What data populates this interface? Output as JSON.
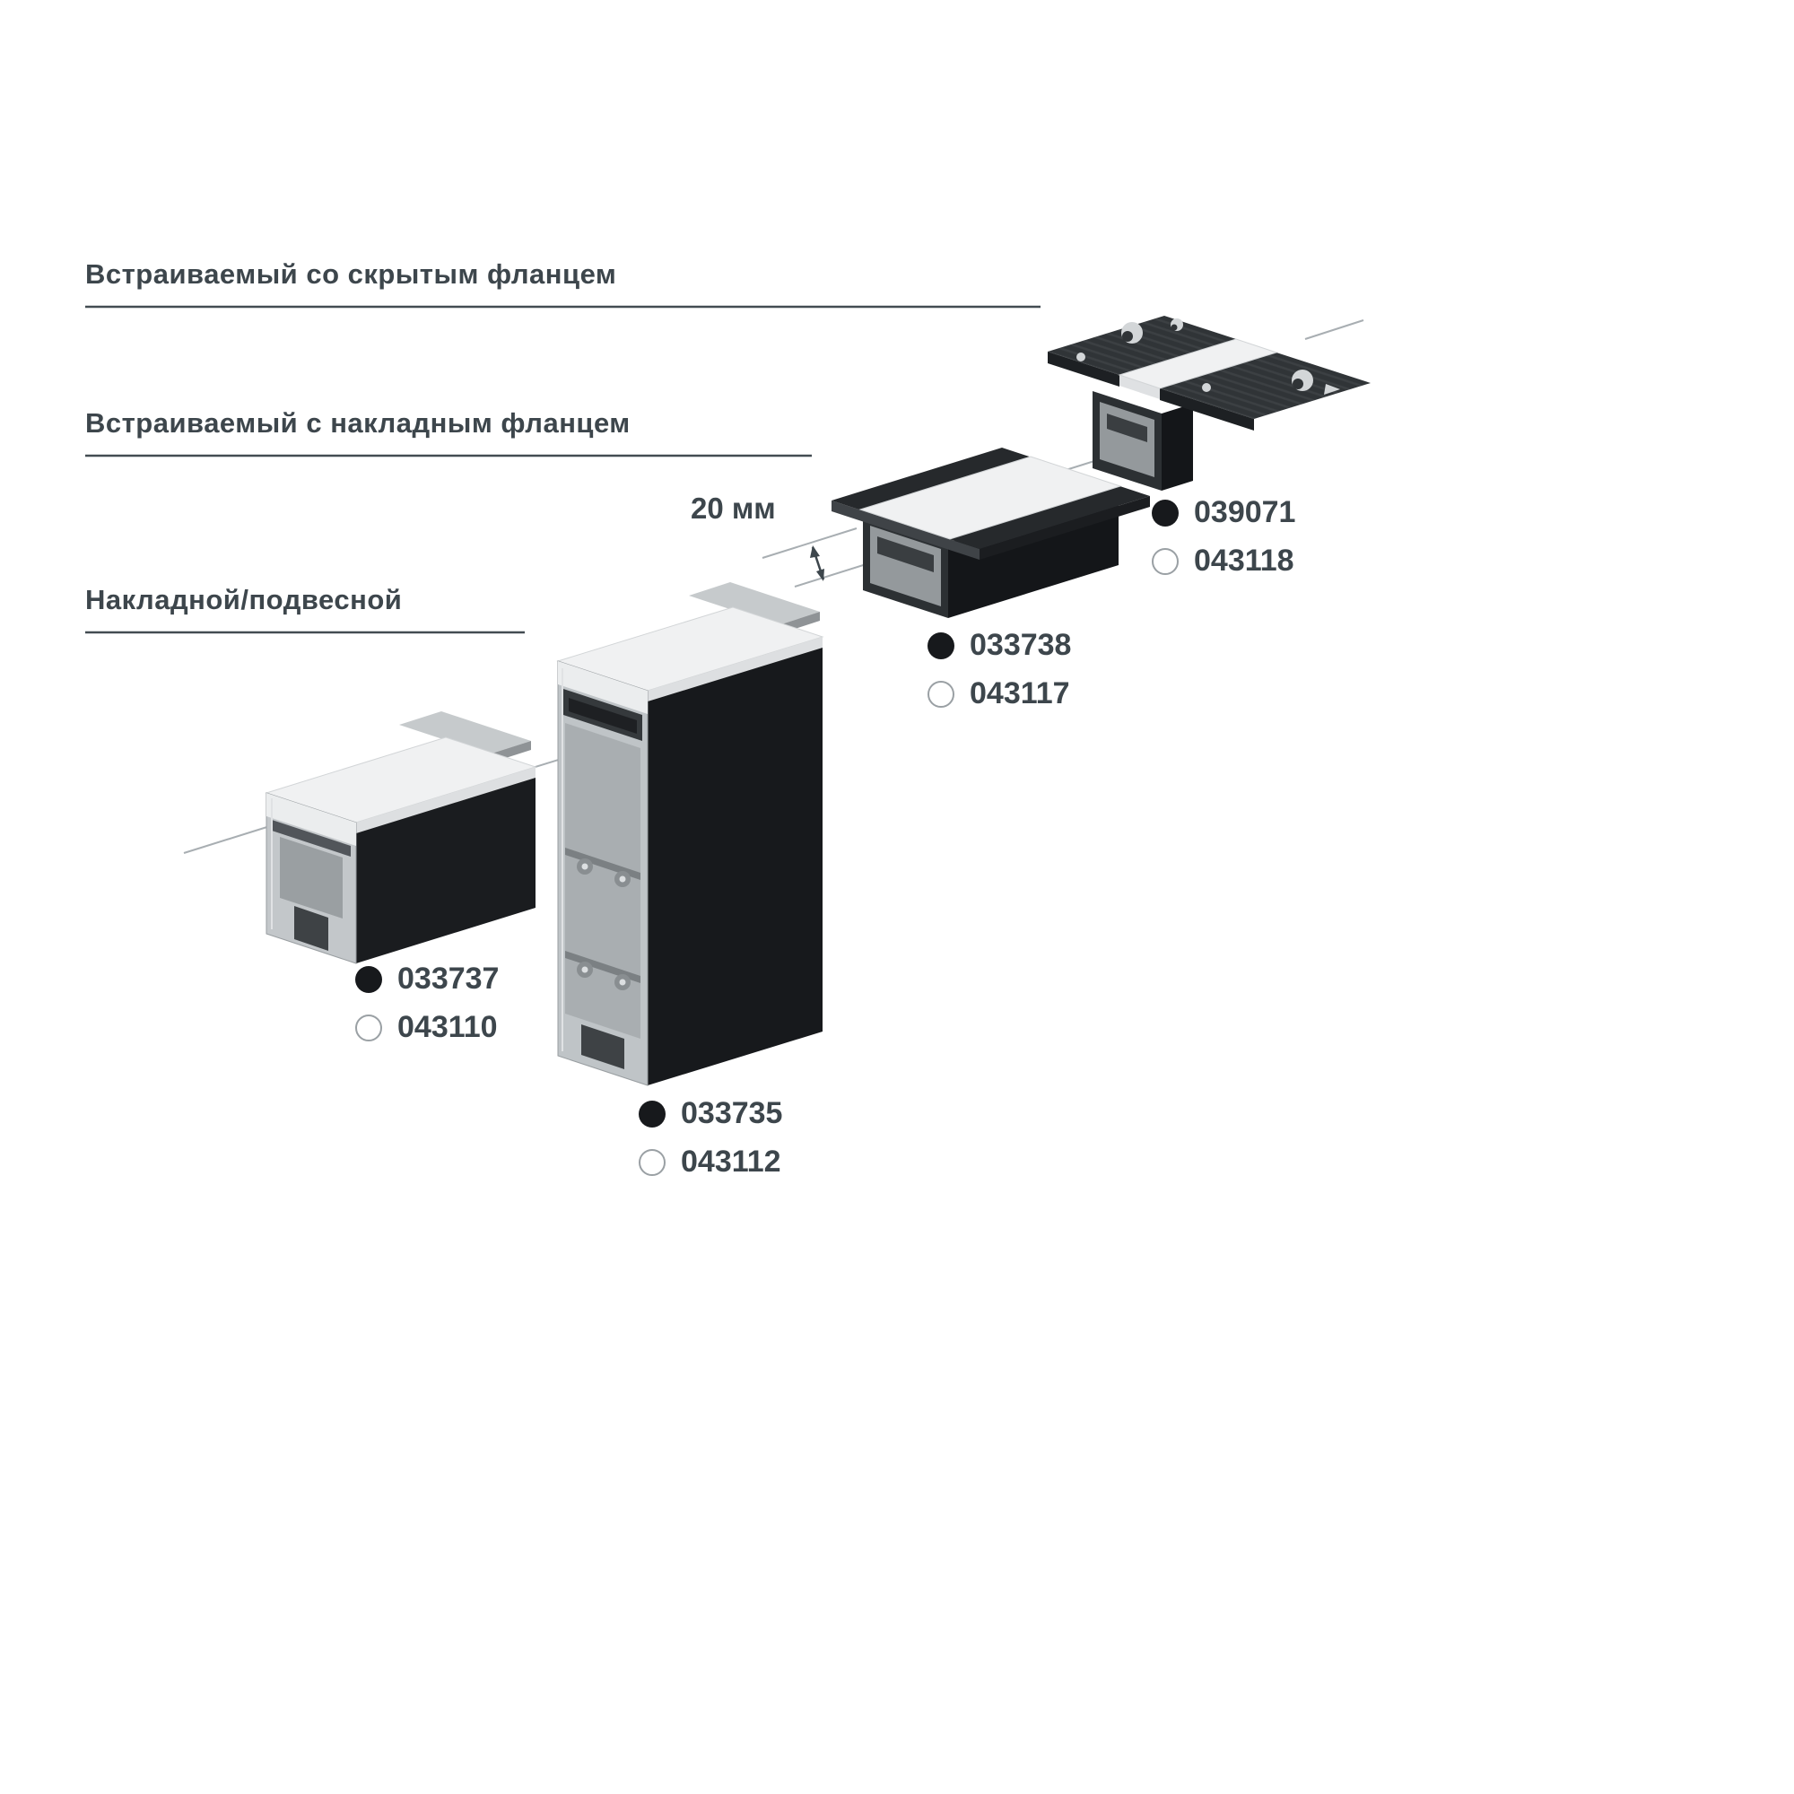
{
  "diagram": {
    "labels": {
      "hidden_flange": "Встраиваемый со скрытым фланцем",
      "surface_flange": "Встраиваемый с накладным фланцем",
      "surface_suspended": "Накладной/подвесной"
    },
    "dimension": "20 мм",
    "products": [
      {
        "type": "surface-suspended-small",
        "black_code": "033737",
        "white_code": "043110"
      },
      {
        "type": "surface-suspended-tall",
        "black_code": "033735",
        "white_code": "043112"
      },
      {
        "type": "recessed-surface-flange",
        "black_code": "033738",
        "white_code": "043117"
      },
      {
        "type": "recessed-hidden-flange",
        "black_code": "039071",
        "white_code": "043118"
      }
    ],
    "colors": {
      "text": "#3d464c",
      "guide_line": "#a8aeb2",
      "leader_line": "#434c52",
      "profile_black": "#17191c",
      "diffuser_white": "#f0f1f2",
      "aluminum": "#c3c7ca"
    }
  }
}
